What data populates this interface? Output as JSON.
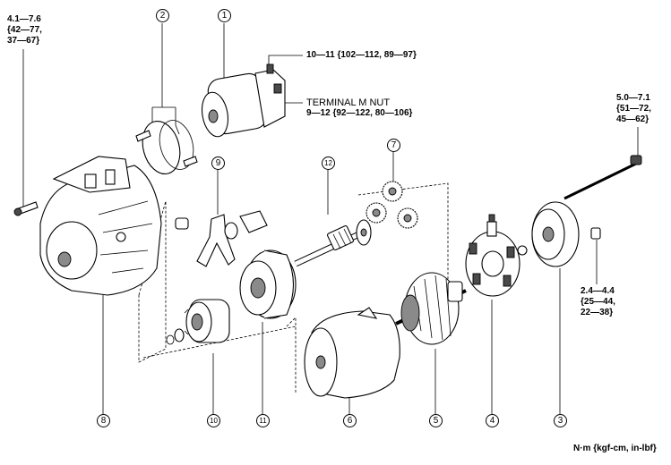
{
  "callouts": [
    "1",
    "2",
    "3",
    "4",
    "5",
    "6",
    "7",
    "8",
    "9",
    "10",
    "11",
    "12"
  ],
  "torque": {
    "t1": [
      "4.1—7.6",
      "{42—77,",
      "37—67}"
    ],
    "t2": "10—11 {102—112, 89—97}",
    "t3": [
      "TERMINAL M NUT",
      "9—12 {92—122, 80—106}"
    ],
    "t4": [
      "5.0—7.1",
      "{51—72,",
      "45—62}"
    ],
    "t5": [
      "2.4—4.4",
      "{25—44,",
      "22—38}"
    ]
  },
  "units": "N·m {kgf-cm, in-lbf}"
}
